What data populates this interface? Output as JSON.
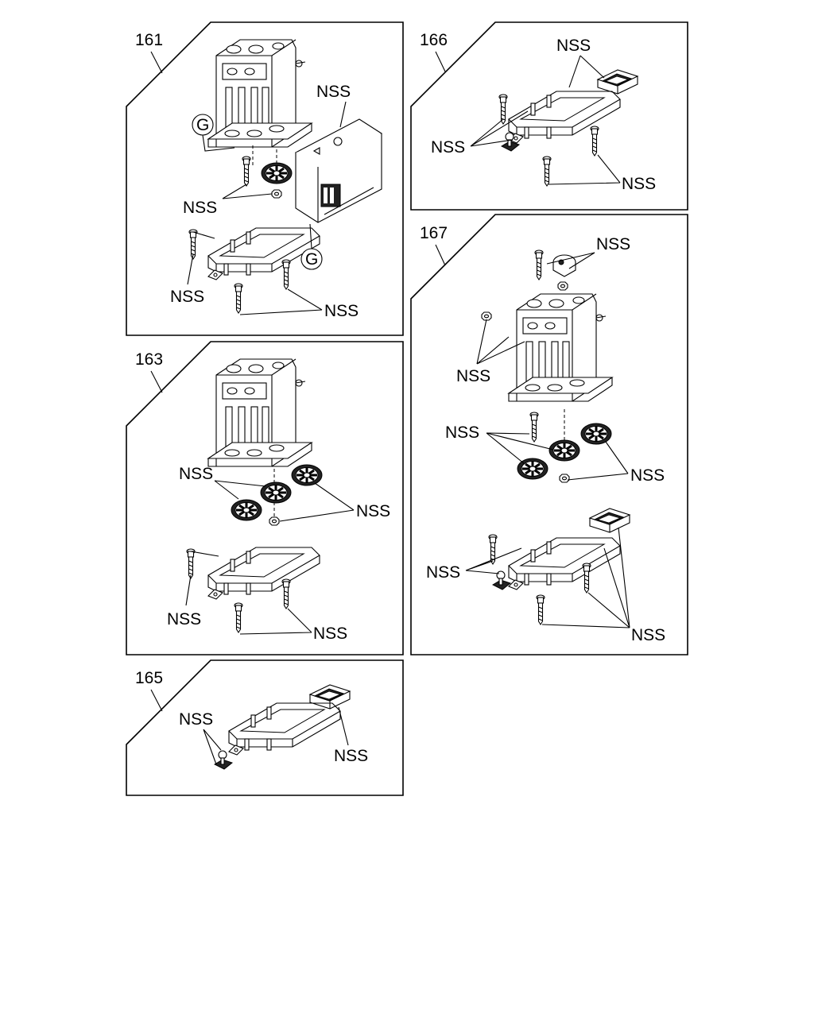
{
  "panels": [
    {
      "number": "161",
      "labels": [
        "NSS",
        "NSS",
        "NSS",
        "NSS"
      ],
      "callouts": [
        "G",
        "G"
      ]
    },
    {
      "number": "166",
      "labels": [
        "NSS",
        "NSS",
        "NSS"
      ]
    },
    {
      "number": "163",
      "labels": [
        "NSS",
        "NSS",
        "NSS",
        "NSS"
      ]
    },
    {
      "number": "167",
      "labels": [
        "NSS",
        "NSS",
        "NSS",
        "NSS",
        "NSS",
        "NSS"
      ]
    },
    {
      "number": "165",
      "labels": [
        "NSS",
        "NSS"
      ]
    }
  ]
}
